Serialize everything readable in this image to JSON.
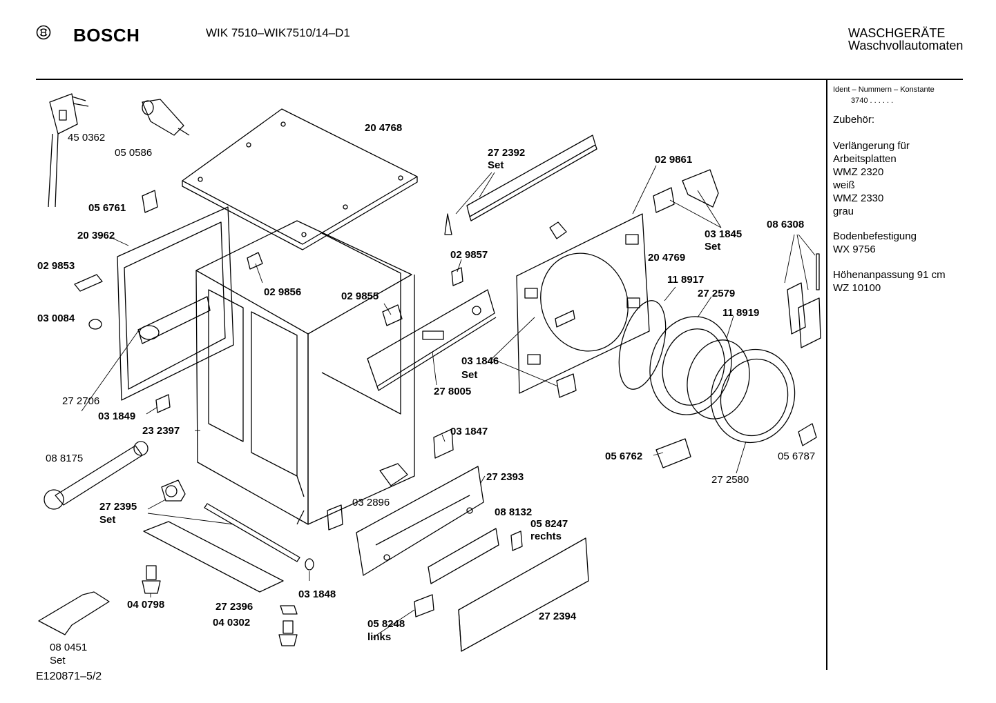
{
  "header": {
    "brand": "BOSCH",
    "model": "WIK 7510–WIK7510/14–D1",
    "category": "WASCHGERÄTE",
    "subcategory": "Waschvollautomaten"
  },
  "sidebar": {
    "ident_title": "Ident – Nummern – Konstante",
    "ident_value": "3740 . . . . . .",
    "accessories_title": "Zubehör:",
    "accessories": [
      {
        "line1": "Verlängerung für",
        "line2": "Arbeitsplatten",
        "line3": "WMZ 2320",
        "line4": "weiß",
        "line5": "WMZ 2330",
        "line6": "grau"
      },
      {
        "line1": "Bodenbefestigung",
        "line2": "WX  9756"
      },
      {
        "line1": "Höhenanpassung 91 cm",
        "line2": "WZ 10100"
      }
    ]
  },
  "parts": [
    {
      "text": "45 0362",
      "bold": false
    },
    {
      "text": "05 0586",
      "bold": false
    },
    {
      "text": "20 4768",
      "bold": true
    },
    {
      "text": "27 2392",
      "bold": true
    },
    {
      "text": "Set",
      "bold": true
    },
    {
      "text": "02 9861",
      "bold": true
    },
    {
      "text": "05 6761",
      "bold": true
    },
    {
      "text": "20 3962",
      "bold": true
    },
    {
      "text": "02 9853",
      "bold": true
    },
    {
      "text": "03 0084",
      "bold": true
    },
    {
      "text": "27 2706",
      "bold": false
    },
    {
      "text": "02 9856",
      "bold": true
    },
    {
      "text": "02 9857",
      "bold": true
    },
    {
      "text": "02 9855",
      "bold": true
    },
    {
      "text": "03 1845",
      "bold": true
    },
    {
      "text": "Set",
      "bold": true
    },
    {
      "text": "08 6308",
      "bold": true
    },
    {
      "text": "20 4769",
      "bold": true
    },
    {
      "text": "11 8917",
      "bold": true
    },
    {
      "text": "27 2579",
      "bold": true
    },
    {
      "text": "11 8919",
      "bold": true
    },
    {
      "text": "03 1846",
      "bold": true
    },
    {
      "text": "Set",
      "bold": true
    },
    {
      "text": "27 8005",
      "bold": true
    },
    {
      "text": "03 1849",
      "bold": true
    },
    {
      "text": "23 2397",
      "bold": true
    },
    {
      "text": "03 1847",
      "bold": true
    },
    {
      "text": "08 8175",
      "bold": false
    },
    {
      "text": "05 6762",
      "bold": true
    },
    {
      "text": "05 6787",
      "bold": false
    },
    {
      "text": "27 2580",
      "bold": false
    },
    {
      "text": "27 2393",
      "bold": true
    },
    {
      "text": "03 2896",
      "bold": false
    },
    {
      "text": "27 2395",
      "bold": true
    },
    {
      "text": "Set",
      "bold": true
    },
    {
      "text": "08 8132",
      "bold": true
    },
    {
      "text": "05 8247",
      "bold": true
    },
    {
      "text": "rechts",
      "bold": true
    },
    {
      "text": "04 0798",
      "bold": true
    },
    {
      "text": "03 1848",
      "bold": true
    },
    {
      "text": "27 2396",
      "bold": true
    },
    {
      "text": "04 0302",
      "bold": true
    },
    {
      "text": "27 2394",
      "bold": true
    },
    {
      "text": "05 8248",
      "bold": true
    },
    {
      "text": "links",
      "bold": true
    },
    {
      "text": "08 0451",
      "bold": false
    },
    {
      "text": "Set",
      "bold": false
    }
  ],
  "footer": {
    "code": "E120871–5/2"
  }
}
